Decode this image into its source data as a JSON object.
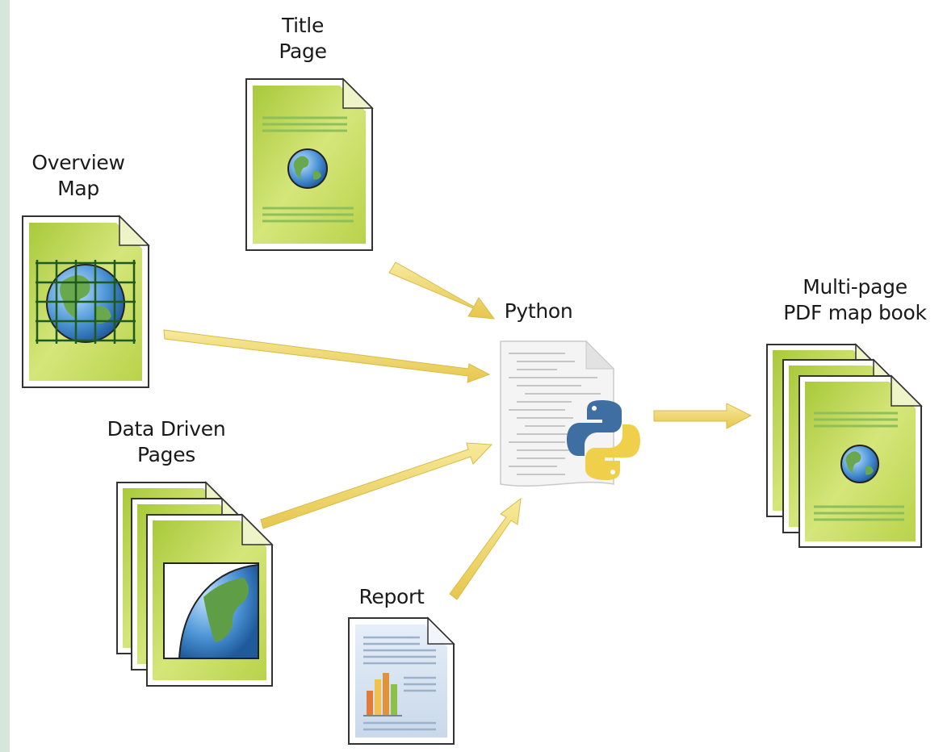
{
  "nodes": {
    "title_page": {
      "label": "Title\nPage"
    },
    "overview_map": {
      "label": "Overview\nMap"
    },
    "data_driven_pages": {
      "label": "Data Driven\nPages"
    },
    "report": {
      "label": "Report"
    },
    "python": {
      "label": "Python"
    },
    "map_book": {
      "label": "Multi-page\nPDF map book"
    }
  },
  "colors": {
    "page_green": "#c8dc5a",
    "page_green_light": "#e4eea0",
    "arrow_yellow": "#f0dc78",
    "python_blue": "#3f6ea3",
    "python_yellow": "#f0cf4a"
  },
  "icons": [
    "document-icon",
    "globe-icon",
    "map-grid-icon",
    "python-logo-icon",
    "chart-icon"
  ]
}
